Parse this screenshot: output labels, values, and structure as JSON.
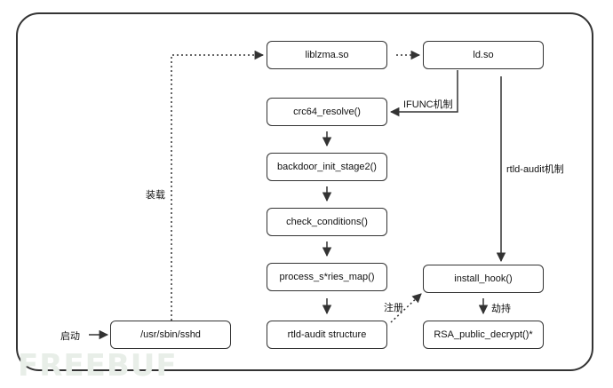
{
  "nodes": {
    "liblzma": "liblzma.so",
    "ldso": "ld.so",
    "crc64": "crc64_resolve()",
    "stage2": "backdoor_init_stage2()",
    "check": "check_conditions()",
    "process": "process_s*ries_map()",
    "rtld_struct": "rtld-audit structure",
    "sshd": "/usr/sbin/sshd",
    "install_hook": "install_hook()",
    "rsa": "RSA_public_decrypt()*"
  },
  "labels": {
    "qidong": "启动",
    "zhuangzai": "装载",
    "ifunc": "IFUNC机制",
    "rtld_audit": "rtld-audit机制",
    "zhuce": "注册",
    "jiechi": "劫持"
  },
  "watermark": "FREEBUF",
  "colors": {
    "stroke": "#333333",
    "watermark": "#e8eee8"
  }
}
